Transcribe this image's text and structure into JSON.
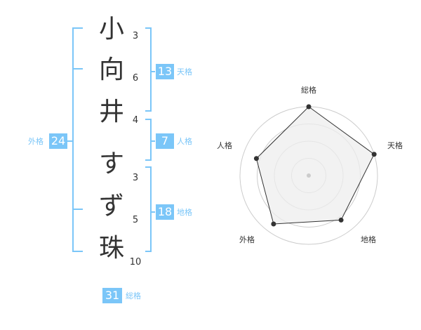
{
  "colors": {
    "accent": "#7bc6f8",
    "badge_bg": "#7bc6f8",
    "label_text": "#7bc6f8",
    "name_text": "#333333",
    "radar_fill": "#eeeeee",
    "radar_grid": "#cccccc",
    "radar_outline": "#333333"
  },
  "name": {
    "characters": [
      {
        "char": "小",
        "strokes": "3"
      },
      {
        "char": "向",
        "strokes": "6"
      },
      {
        "char": "井",
        "strokes": "4"
      },
      {
        "char": "す",
        "strokes": "3"
      },
      {
        "char": "ず",
        "strokes": "5"
      },
      {
        "char": "珠",
        "strokes": "10"
      }
    ]
  },
  "kaku": {
    "tenkaku": {
      "value": "13",
      "label": "天格"
    },
    "jinkaku": {
      "value": "7",
      "label": "人格"
    },
    "chikaku": {
      "value": "18",
      "label": "地格"
    },
    "gaikaku": {
      "value": "24",
      "label": "外格"
    },
    "soukaku": {
      "value": "31",
      "label": "総格"
    }
  },
  "radar": {
    "axes": [
      "総格",
      "天格",
      "地格",
      "外格",
      "人格"
    ],
    "scores": [
      1.0,
      1.0,
      0.8,
      0.87,
      0.8
    ],
    "rings": 4
  }
}
